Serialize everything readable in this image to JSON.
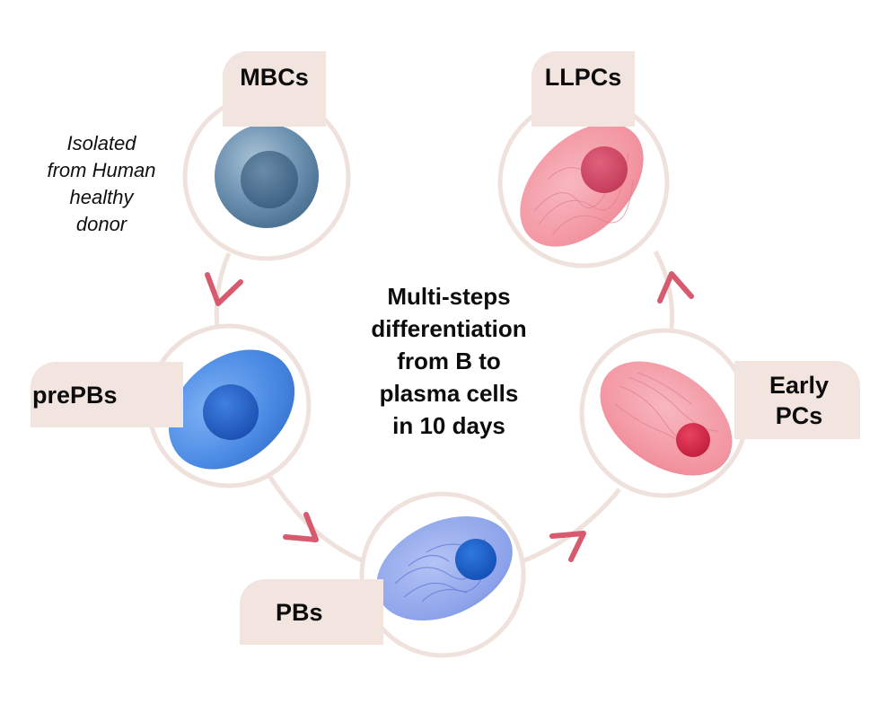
{
  "diagram": {
    "title": "Multi-steps differentiation from B to plasma cells in 10 days",
    "center_text_lines": [
      "Multi-steps",
      "differentiation",
      "from B to",
      "plasma cells",
      "in 10 days"
    ],
    "source_note_lines": [
      "Isolated",
      "from Human",
      "healthy",
      "donor"
    ],
    "stages": [
      {
        "id": "mbcs",
        "label": "MBCs",
        "cell": "memory B cell",
        "cell_color": "#5f87a8",
        "nucleus_color": "#3f6786"
      },
      {
        "id": "prepbs",
        "label": "prePBs",
        "cell": "pre-plasmablast",
        "cell_color": "#4f8ee6",
        "nucleus_color": "#1f5fc4"
      },
      {
        "id": "pbs",
        "label": "PBs",
        "cell": "plasmablast",
        "cell_color": "#8fa6ec",
        "nucleus_color": "#1e5fca"
      },
      {
        "id": "early",
        "label_lines": [
          "Early",
          "PCs"
        ],
        "cell": "early plasma cell",
        "cell_color": "#f39aa6",
        "nucleus_color": "#d42a4a"
      },
      {
        "id": "llpcs",
        "label": "LLPCs",
        "cell": "long-lived plasma cell",
        "cell_color": "#f3a0ac",
        "nucleus_color": "#d44a67"
      }
    ],
    "flow": [
      "MBCs",
      "prePBs",
      "PBs",
      "Early PCs",
      "LLPCs"
    ],
    "colors": {
      "label_bg": "#f2e4df",
      "ring": "#efe1dc",
      "arrow": "#d75a6e",
      "text": "#0c0c0c"
    }
  }
}
